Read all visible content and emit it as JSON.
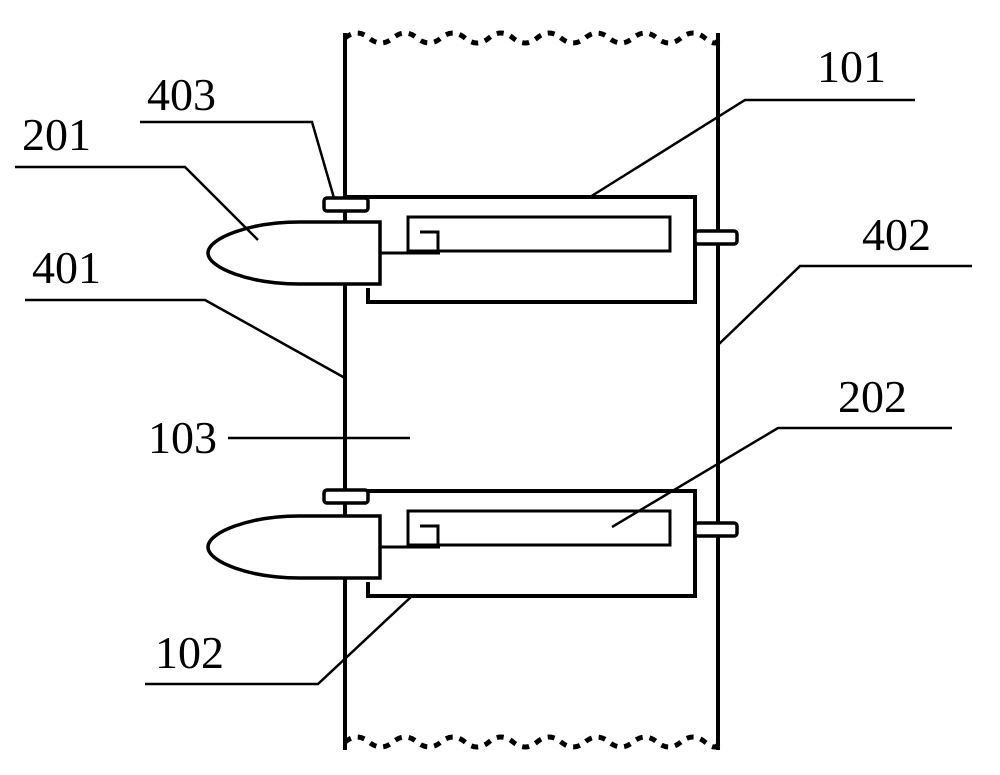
{
  "labels": {
    "l403": "403",
    "l101": "101",
    "l201": "201",
    "l401": "401",
    "l402": "402",
    "l103": "103",
    "l202": "202",
    "l102": "102"
  }
}
